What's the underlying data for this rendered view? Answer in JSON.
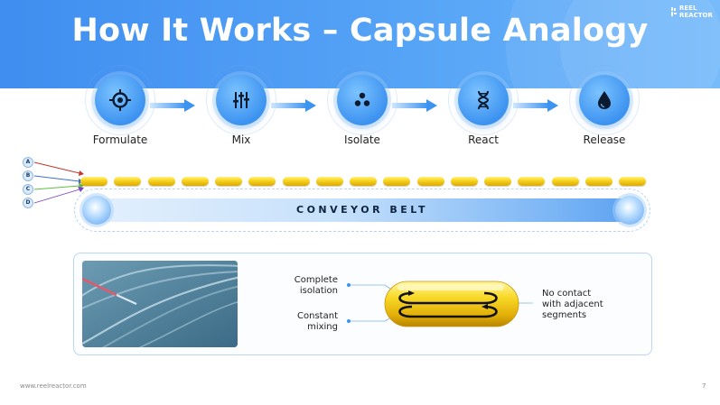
{
  "header": {
    "title": "How It Works – Capsule Analogy",
    "logo_line1": "REEL",
    "logo_line2": "REACTOR"
  },
  "steps": [
    {
      "label": "Formulate",
      "icon": "crosshair-icon"
    },
    {
      "label": "Mix",
      "icon": "sliders-icon"
    },
    {
      "label": "Isolate",
      "icon": "three-dots-icon"
    },
    {
      "label": "React",
      "icon": "dna-icon"
    },
    {
      "label": "Release",
      "icon": "droplet-icon"
    }
  ],
  "legend": {
    "items": [
      {
        "letter": "A",
        "color": "#c0392b"
      },
      {
        "letter": "B",
        "color": "#3b6fd6"
      },
      {
        "letter": "C",
        "color": "#5fbf3f"
      },
      {
        "letter": "D",
        "color": "#7b3fc8"
      }
    ]
  },
  "conveyor": {
    "label": "CONVEYOR BELT",
    "capsule_count": 17
  },
  "capsule_detail": {
    "left_top": [
      "Complete",
      "isolation"
    ],
    "left_bottom": [
      "Constant",
      "mixing"
    ],
    "right": [
      "No contact",
      "with adjacent",
      "segments"
    ]
  },
  "footer": {
    "url": "www.reelreactor.com",
    "page": "7"
  },
  "colors": {
    "header_blue": "#3f8ef0",
    "step_blue": "#3d93f0",
    "capsule_yellow": "#f7d21a",
    "belt_dark": "#5aa0f0"
  }
}
